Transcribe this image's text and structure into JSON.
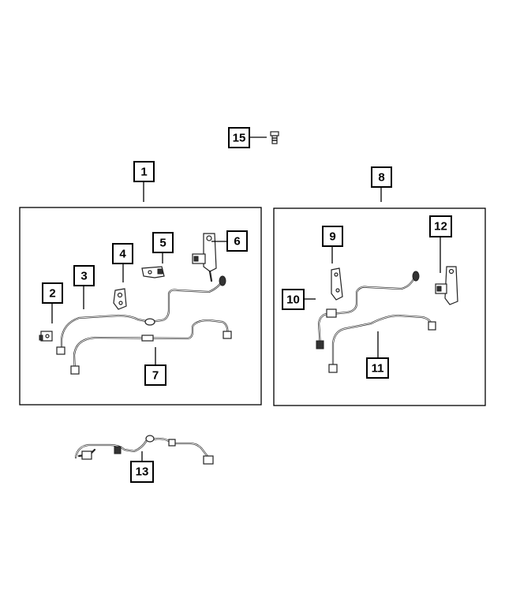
{
  "callouts": {
    "c1": "1",
    "c2": "2",
    "c3": "3",
    "c4": "4",
    "c5": "5",
    "c6": "6",
    "c7": "7",
    "c8": "8",
    "c9": "9",
    "c10": "10",
    "c11": "11",
    "c12": "12",
    "c13": "13",
    "c15": "15"
  },
  "colors": {
    "line": "#000000",
    "background": "#ffffff"
  }
}
